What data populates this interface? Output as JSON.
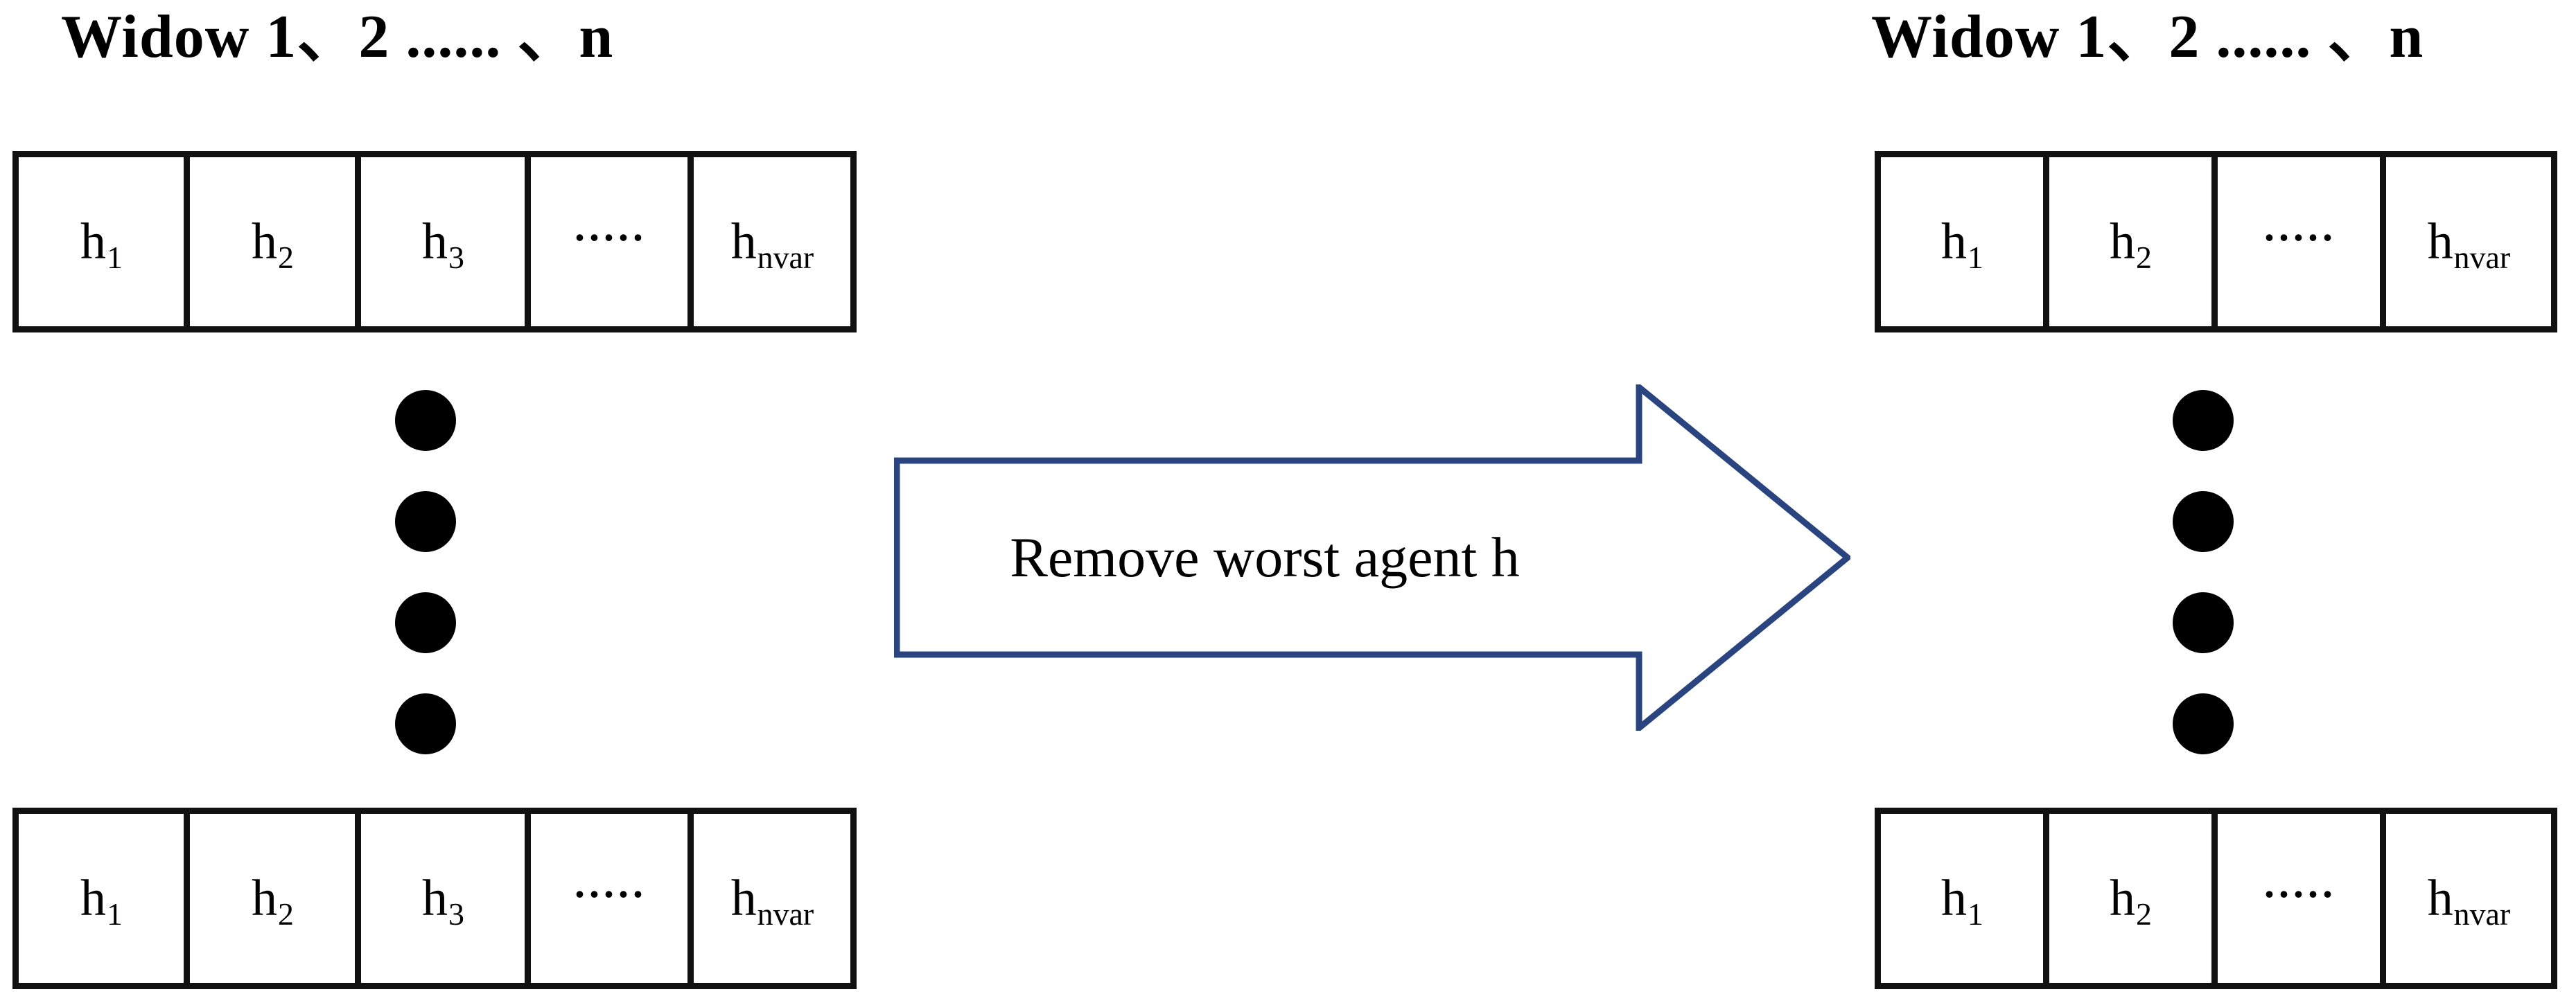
{
  "columns": {
    "left": {
      "title": "Widow 1、2 ...... 、n",
      "rows": [
        {
          "cells": [
            {
              "base": "h",
              "sub": "1"
            },
            {
              "base": "h",
              "sub": "2"
            },
            {
              "base": "h",
              "sub": "3"
            },
            {
              "base": "·····",
              "sub": ""
            },
            {
              "base": "h",
              "sub": "nvar"
            }
          ]
        },
        {
          "cells": [
            {
              "base": "h",
              "sub": "1"
            },
            {
              "base": "h",
              "sub": "2"
            },
            {
              "base": "h",
              "sub": "3"
            },
            {
              "base": "·····",
              "sub": ""
            },
            {
              "base": "h",
              "sub": "nvar"
            }
          ]
        }
      ],
      "ellipsis_dots": 4
    },
    "right": {
      "title": "Widow 1、2 ...... 、n",
      "rows": [
        {
          "cells": [
            {
              "base": "h",
              "sub": "1"
            },
            {
              "base": "h",
              "sub": "2"
            },
            {
              "base": "·····",
              "sub": ""
            },
            {
              "base": "h",
              "sub": "nvar"
            }
          ]
        },
        {
          "cells": [
            {
              "base": "h",
              "sub": "1"
            },
            {
              "base": "h",
              "sub": "2"
            },
            {
              "base": "·····",
              "sub": ""
            },
            {
              "base": "h",
              "sub": "nvar"
            }
          ]
        }
      ],
      "ellipsis_dots": 4
    }
  },
  "arrow": {
    "label": "Remove worst agent h",
    "outline_color": "#2a4480",
    "fill_color": "#ffffff",
    "direction": "right"
  },
  "colors": {
    "table_border": "#111111",
    "dot": "#000000",
    "background": "#ffffff",
    "text": "#000000"
  }
}
